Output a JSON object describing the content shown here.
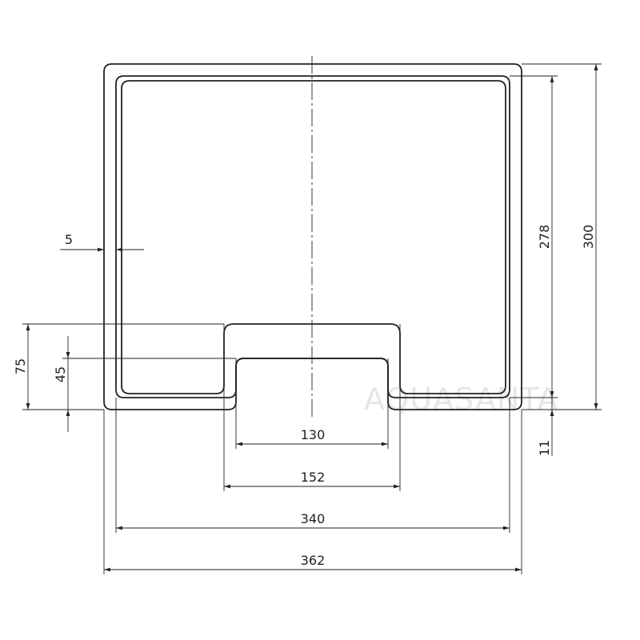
{
  "watermark": "AQUASANTA",
  "dimensions": {
    "overall_width": "362",
    "inner_width": "340",
    "notch_outer_width": "152",
    "notch_inner_width": "130",
    "overall_height": "300",
    "inner_height": "278",
    "rim_offset": "11",
    "notch_outer_depth": "75",
    "notch_inner_depth": "45",
    "wall_thickness": "5"
  },
  "colors": {
    "line": "#222222",
    "watermark": "#e6e6e6"
  }
}
